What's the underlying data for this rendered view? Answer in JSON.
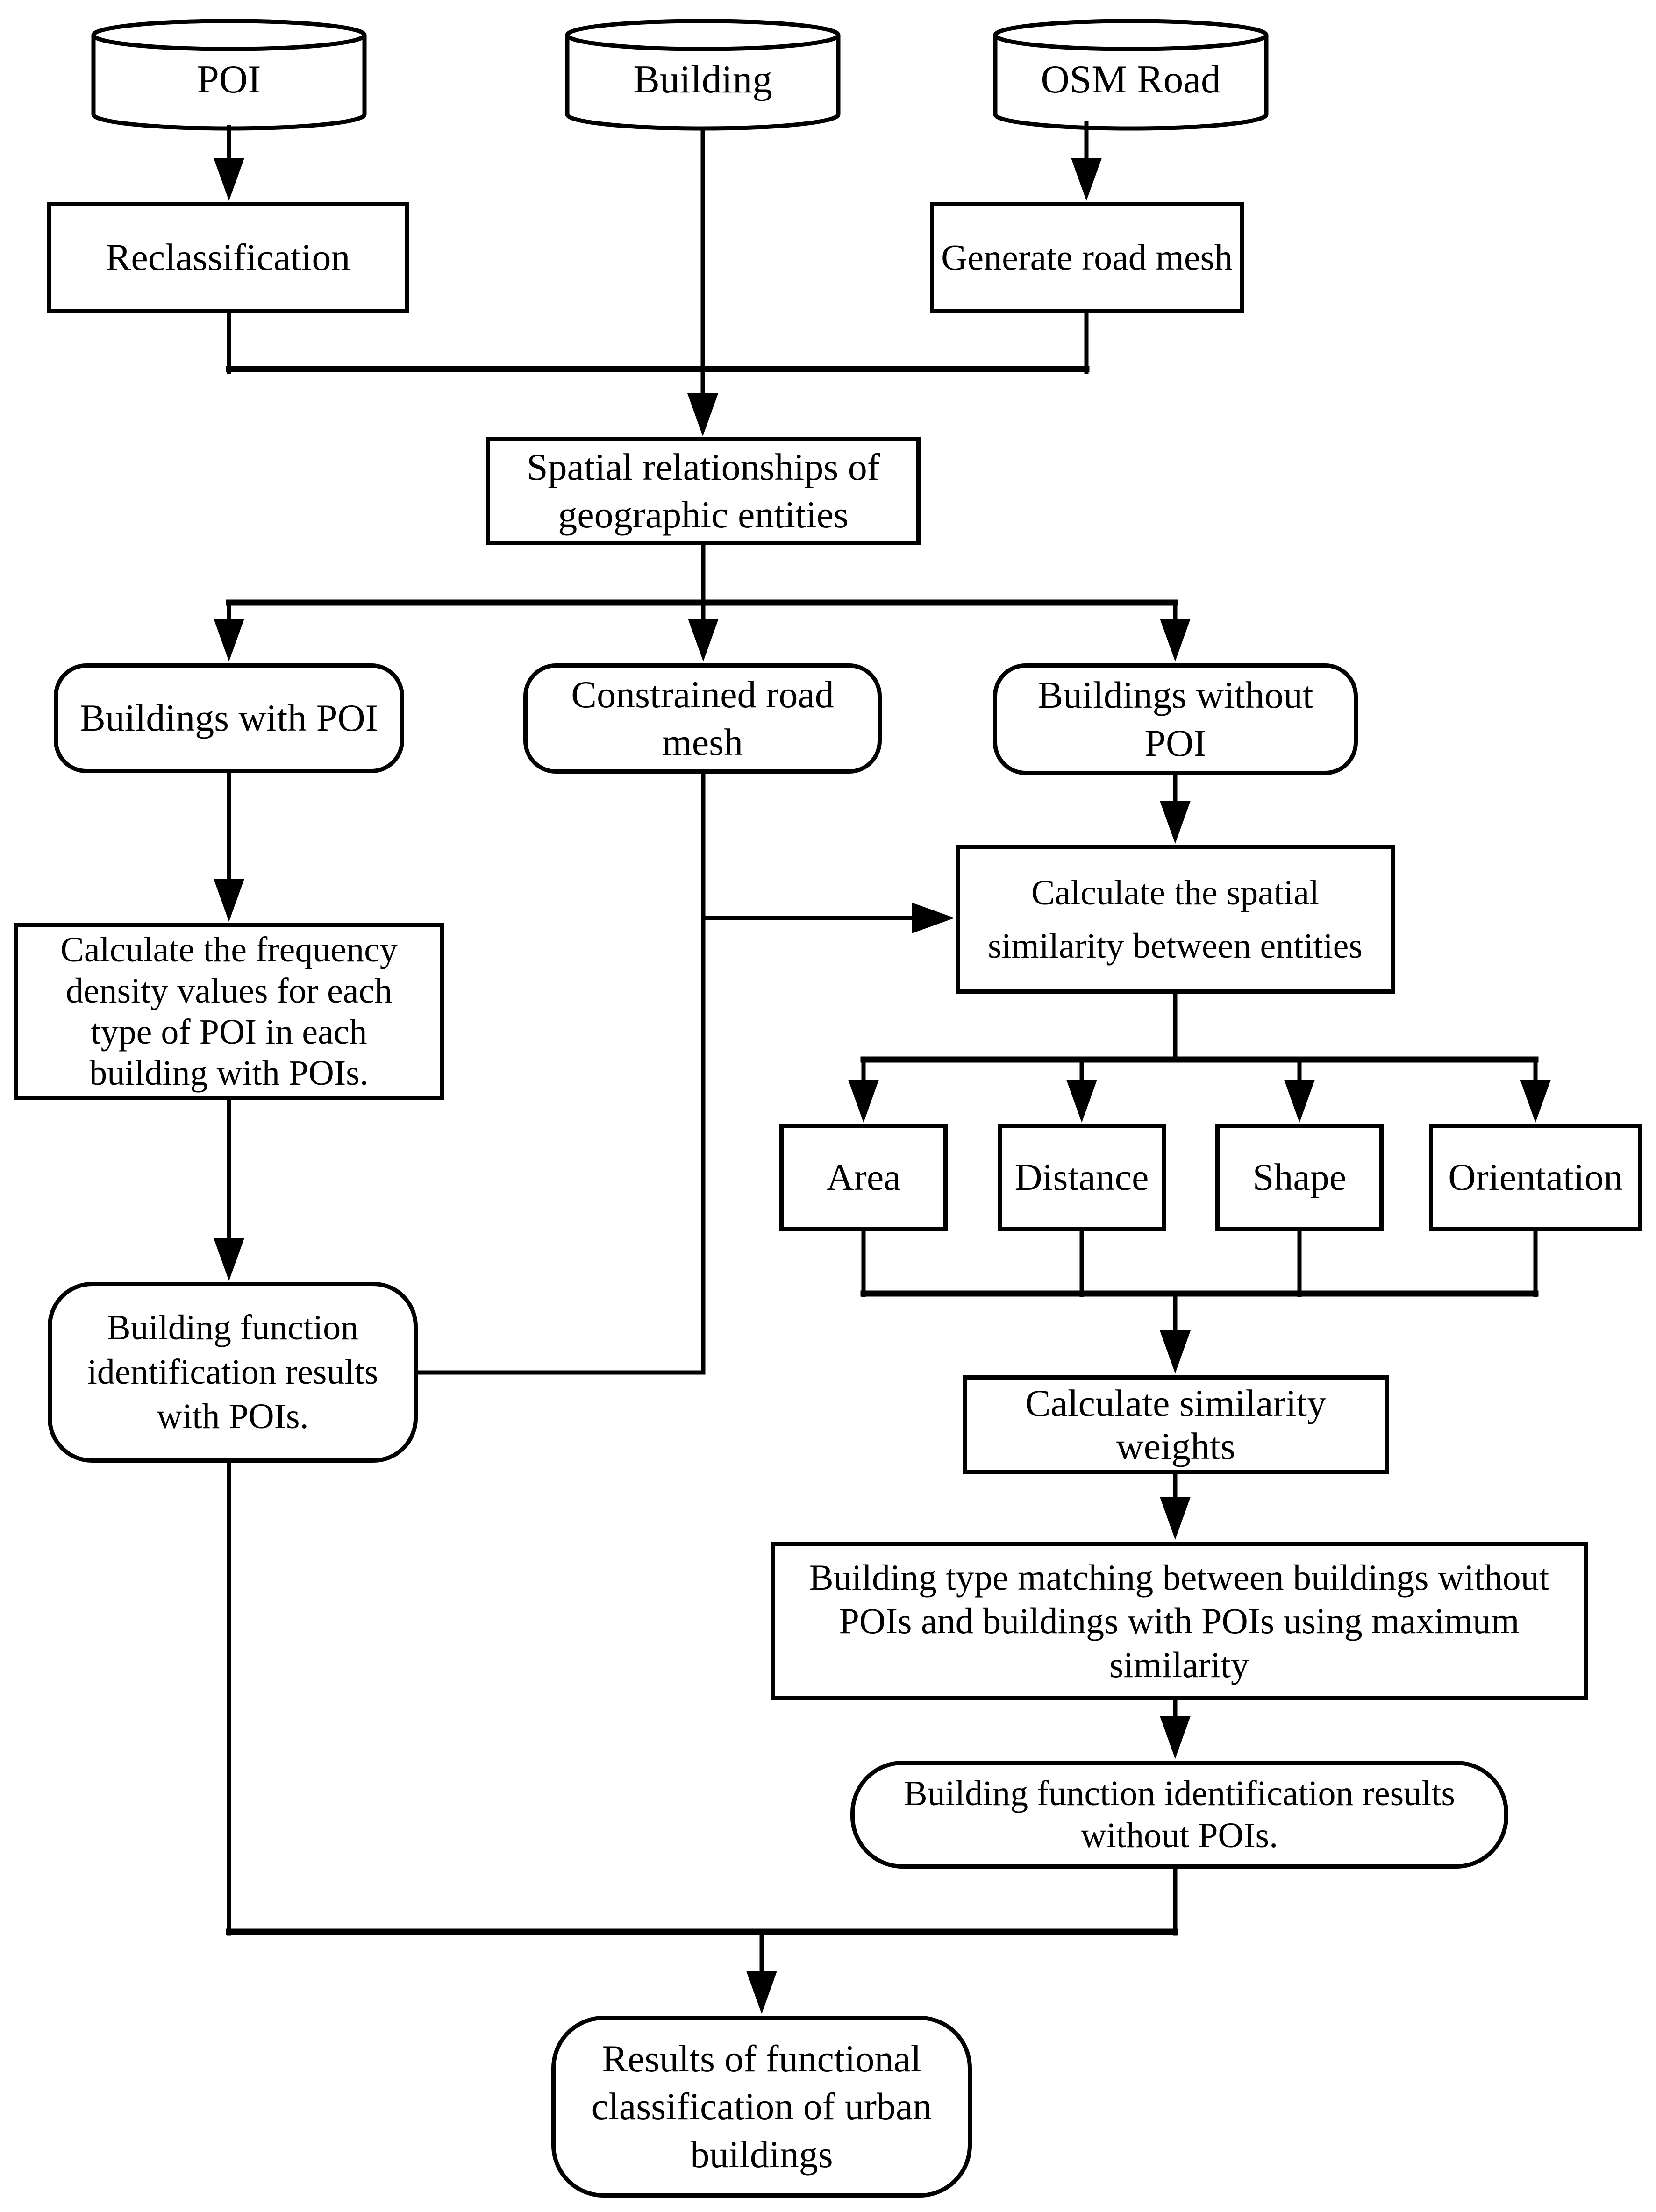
{
  "colors": {
    "background": "#ffffff",
    "ink": "#000000"
  },
  "nodes": {
    "poi": {
      "label": "POI",
      "shape": "cylinder"
    },
    "building": {
      "label": "Building",
      "shape": "cylinder"
    },
    "osm_road": {
      "label": "OSM Road",
      "shape": "cylinder"
    },
    "reclassification": {
      "label": "Reclassification",
      "shape": "rect"
    },
    "generate_road_mesh": {
      "label": "Generate road mesh",
      "shape": "rect"
    },
    "spatial_relationships": {
      "label": "Spatial relationships of\ngeographic entities",
      "shape": "rect"
    },
    "buildings_with_poi": {
      "label": "Buildings with POI",
      "shape": "rounded"
    },
    "constrained_road_mesh": {
      "label": "Constrained road\nmesh",
      "shape": "rounded"
    },
    "buildings_without_poi": {
      "label": "Buildings without\nPOI",
      "shape": "rounded"
    },
    "calc_frequency": {
      "label": "Calculate the frequency\ndensity values for each\ntype of POI in each\nbuilding with POIs.",
      "shape": "rect"
    },
    "calc_spatial_similarity": {
      "label": "Calculate the spatial\nsimilarity between entities",
      "shape": "rect"
    },
    "area": {
      "label": "Area",
      "shape": "rect"
    },
    "distance": {
      "label": "Distance",
      "shape": "rect"
    },
    "shape": {
      "label": "Shape",
      "shape": "rect"
    },
    "orientation": {
      "label": "Orientation",
      "shape": "rect"
    },
    "calc_similarity_weights": {
      "label": "Calculate similarity\nweights",
      "shape": "rect"
    },
    "building_type_matching": {
      "label": "Building type matching between buildings without\nPOIs and buildings with POIs using maximum\nsimilarity",
      "shape": "rect"
    },
    "results_with_pois": {
      "label": "Building function\nidentification results\nwith POIs.",
      "shape": "rounded"
    },
    "results_without_pois": {
      "label": "Building function identification results\nwithout POIs.",
      "shape": "rounded"
    },
    "final_results": {
      "label": "Results of functional\nclassification of urban\nbuildings",
      "shape": "rounded"
    }
  },
  "edges": [
    [
      "poi",
      "reclassification"
    ],
    [
      "osm_road",
      "generate_road_mesh"
    ],
    [
      "reclassification",
      "spatial_relationships"
    ],
    [
      "building",
      "spatial_relationships"
    ],
    [
      "generate_road_mesh",
      "spatial_relationships"
    ],
    [
      "spatial_relationships",
      "buildings_with_poi"
    ],
    [
      "spatial_relationships",
      "constrained_road_mesh"
    ],
    [
      "spatial_relationships",
      "buildings_without_poi"
    ],
    [
      "buildings_with_poi",
      "calc_frequency"
    ],
    [
      "calc_frequency",
      "results_with_pois"
    ],
    [
      "constrained_road_mesh",
      "calc_spatial_similarity"
    ],
    [
      "results_with_pois",
      "calc_spatial_similarity"
    ],
    [
      "buildings_without_poi",
      "calc_spatial_similarity"
    ],
    [
      "calc_spatial_similarity",
      "area"
    ],
    [
      "calc_spatial_similarity",
      "distance"
    ],
    [
      "calc_spatial_similarity",
      "shape"
    ],
    [
      "calc_spatial_similarity",
      "orientation"
    ],
    [
      "area",
      "calc_similarity_weights"
    ],
    [
      "distance",
      "calc_similarity_weights"
    ],
    [
      "shape",
      "calc_similarity_weights"
    ],
    [
      "orientation",
      "calc_similarity_weights"
    ],
    [
      "calc_similarity_weights",
      "building_type_matching"
    ],
    [
      "building_type_matching",
      "results_without_pois"
    ],
    [
      "results_with_pois",
      "final_results"
    ],
    [
      "results_without_pois",
      "final_results"
    ]
  ]
}
